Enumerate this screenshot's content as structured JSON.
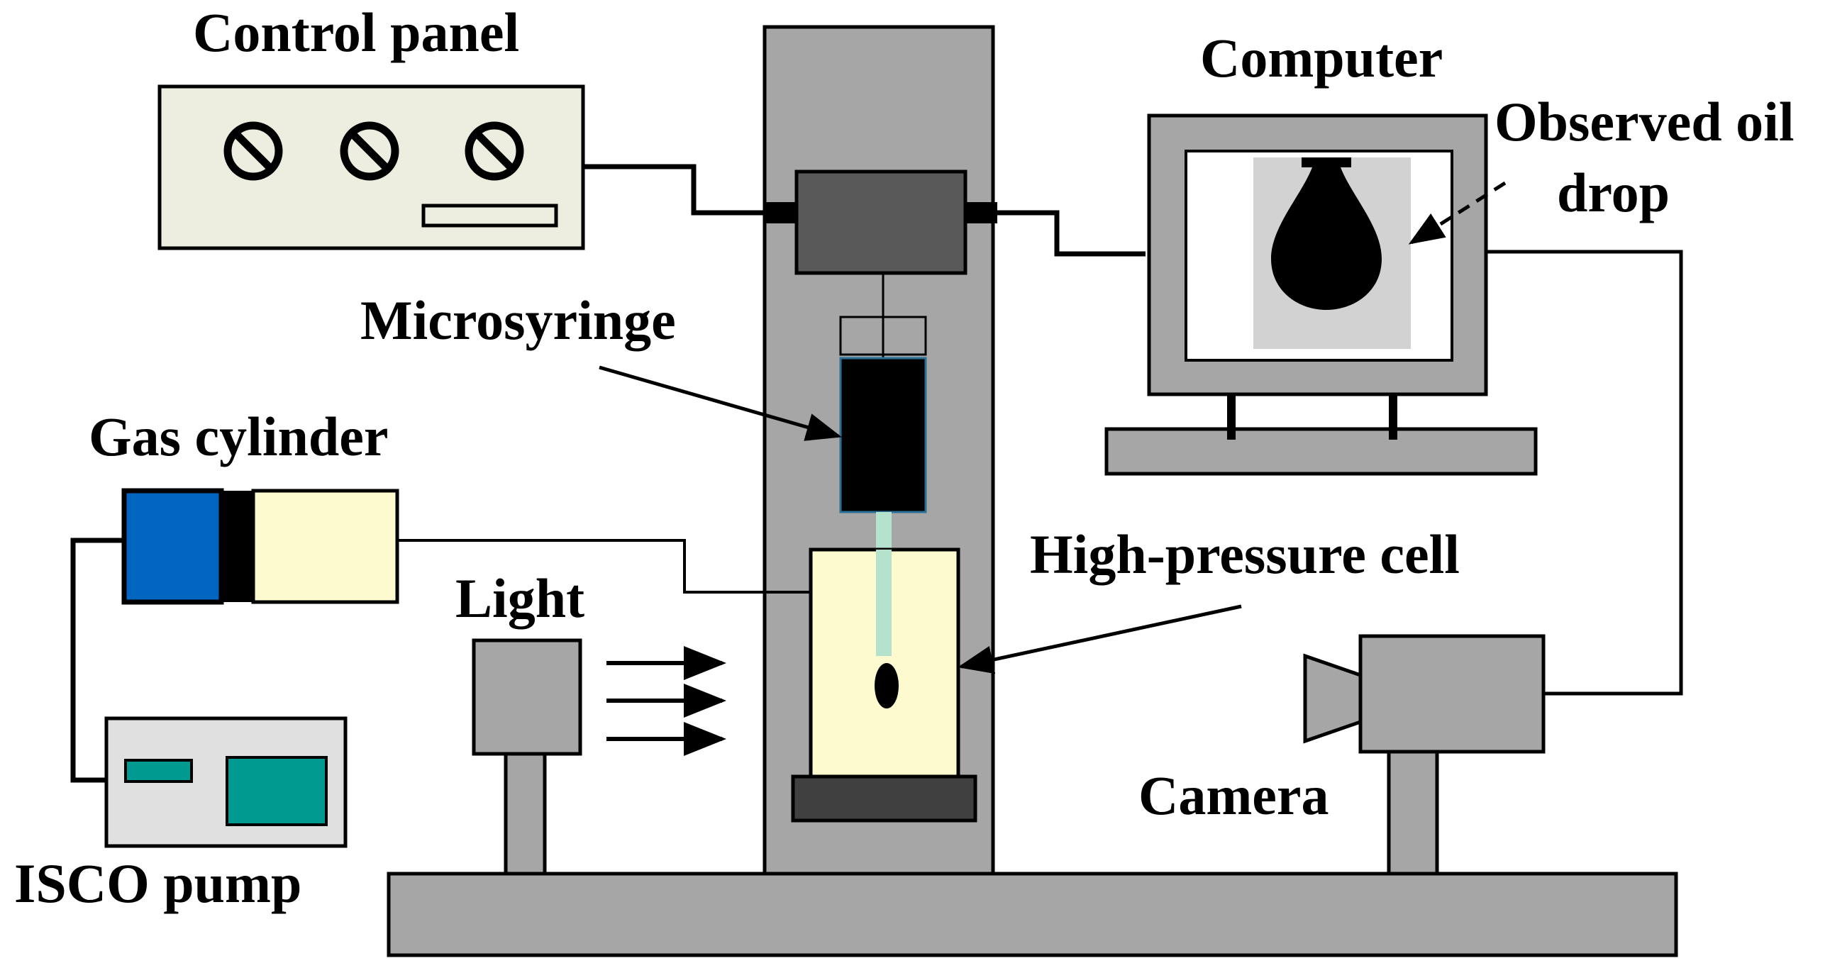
{
  "labels": {
    "control_panel": "Control panel",
    "computer": "Computer",
    "observed_oil_drop_line1": "Observed oil",
    "observed_oil_drop_line2": "drop",
    "microsyringe": "Microsyringe",
    "gas_cylinder": "Gas cylinder",
    "light": "Light",
    "high_pressure_cell": "High-pressure cell",
    "camera": "Camera",
    "isco_pump": "ISCO pump"
  },
  "colors": {
    "background": "#ffffff",
    "stand_gray": "#a6a6a6",
    "dark_gray": "#595959",
    "panel_beige": "#eeeee0",
    "cylinder_blue": "#0066bf",
    "cylinder_cream": "#fefad0",
    "cell_cream": "#fefad0",
    "needle_green": "#b4e2cc",
    "pump_teal": "#009a91",
    "screen_bg": "#d2d2d2"
  },
  "icons": [
    "knob-icon",
    "oil-drop-icon",
    "arrow-icon"
  ]
}
